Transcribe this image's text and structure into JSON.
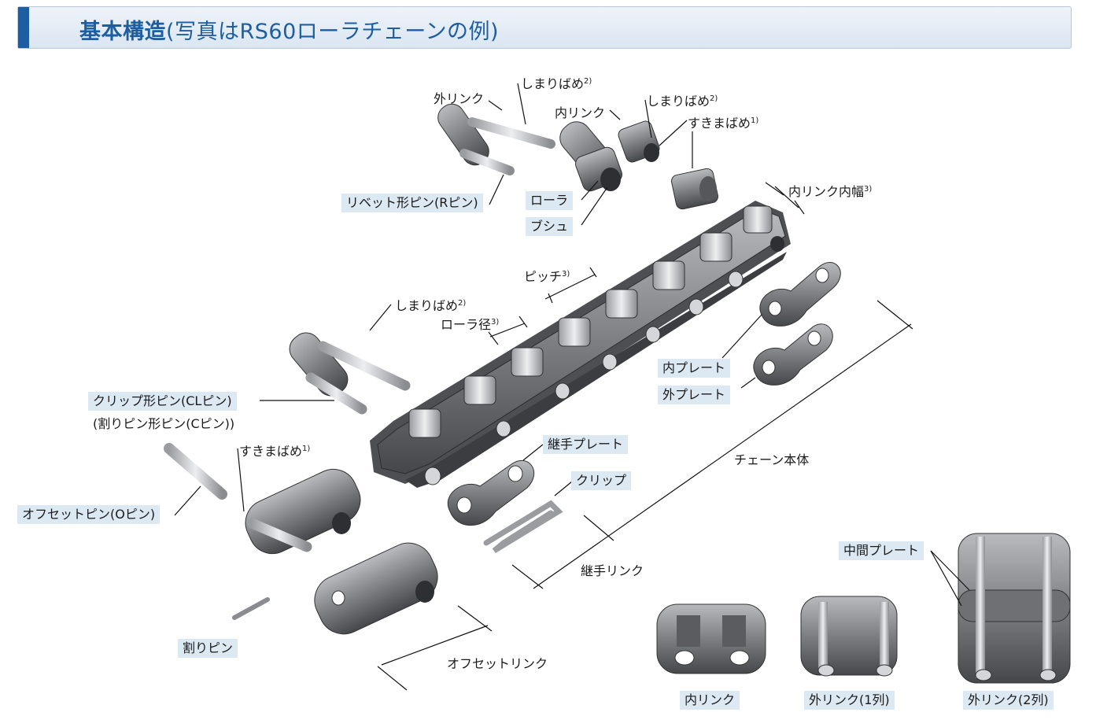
{
  "header": {
    "title_main": "基本構造",
    "title_sub": "(写真はRS60ローラチェーンの例)"
  },
  "labels": {
    "outer_link": "外リンク",
    "shimari_1": "しまりばめ",
    "shimari_1_sup": "2)",
    "inner_link": "内リンク",
    "shimari_2": "しまりばめ",
    "shimari_2_sup": "2)",
    "sukima_1": "すきまばめ",
    "sukima_1_sup": "1)",
    "inner_width": "内リンク内幅",
    "inner_width_sup": "3)",
    "rivet_pin": "リベット形ピン(Rピン)",
    "roller": "ローラ",
    "bush": "ブシュ",
    "pitch": "ピッチ",
    "pitch_sup": "3)",
    "shimari_3": "しまりばめ",
    "shimari_3_sup": "2)",
    "roller_dia": "ローラ径",
    "roller_dia_sup": "3)",
    "inner_plate": "内プレート",
    "outer_plate": "外プレート",
    "clip_pin": "クリップ形ピン(CLピン)",
    "split_pin_type": "(割りピン形ピン(Cピン))",
    "joint_plate": "継手プレート",
    "chain_body": "チェーン本体",
    "sukima_2": "すきまばめ",
    "sukima_2_sup": "1)",
    "clip": "クリップ",
    "offset_pin": "オフセットピン(Oピン)",
    "joint_link": "継手リンク",
    "middle_plate": "中間プレート",
    "split_pin": "割りピン",
    "offset_link": "オフセットリンク",
    "bottom_inner_link": "内リンク",
    "bottom_outer_link_1": "外リンク(1列)",
    "bottom_outer_link_2": "外リンク(2列)"
  },
  "colors": {
    "accent": "#1d5ea3",
    "label_box": "#dce8f2",
    "metal": "#7d7f83",
    "metal_dark": "#4a4c50"
  }
}
